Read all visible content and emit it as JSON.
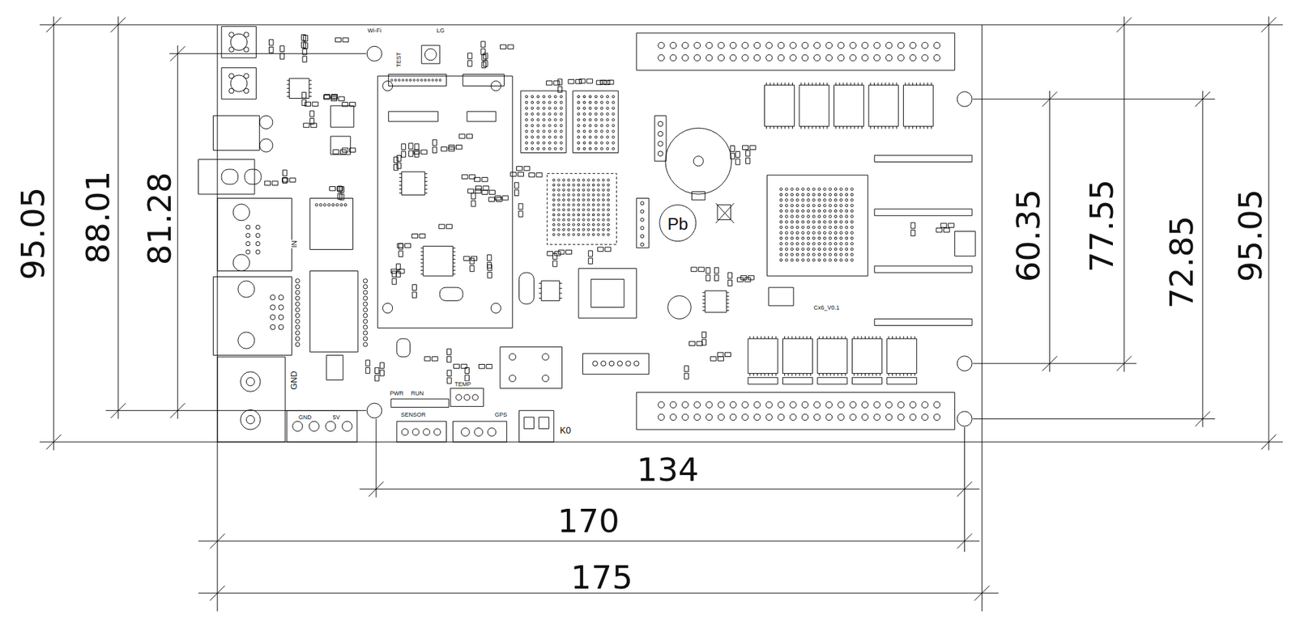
{
  "diagram": {
    "labels": [
      "95.05",
      "88.01",
      "81.28",
      "60.35",
      "77.55",
      "72.85",
      "95.05",
      "134",
      "170",
      "175",
      "Wi-Fi",
      "LG",
      "TEST",
      "GND",
      "GND",
      "5V",
      "IN",
      "PWR",
      "RUN",
      "TEMP",
      "SENSOR",
      "GPS",
      "K0",
      "Cx6_V0.1",
      "Pb"
    ]
  }
}
